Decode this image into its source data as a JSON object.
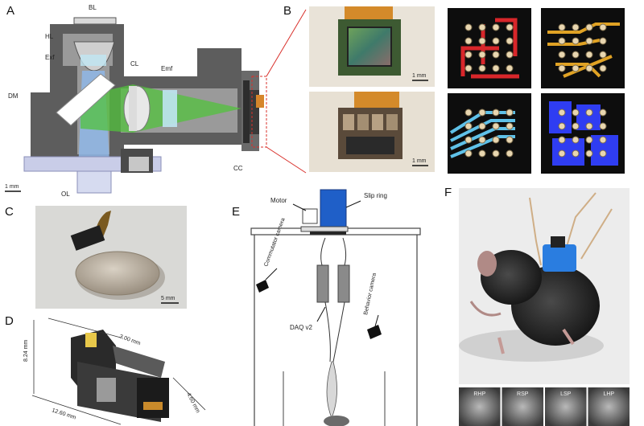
{
  "panels": {
    "a": "A",
    "b": "B",
    "c": "C",
    "d": "D",
    "e": "E",
    "f": "F"
  },
  "panel_a": {
    "labels": {
      "bl": "BL",
      "hl": "HL",
      "ex": "Exf",
      "dm": "DM",
      "cl": "CL",
      "em": "Emf",
      "ol": "OL",
      "cc": "CC"
    },
    "scale": "1 mm"
  },
  "panel_b": {
    "scale_top": "1 mm",
    "scale_bottom": "1 mm"
  },
  "panel_c": {
    "scale": "5 mm"
  },
  "panel_d": {
    "height": "8.24 mm",
    "depth": "3.00 mm",
    "length": "12.60 mm",
    "width": "4.60 mm"
  },
  "panel_e": {
    "motor": "Motor",
    "slip_ring": "Slip ring",
    "commutator_camera": "Commutator camera",
    "behavior_camera": "Behavior camera",
    "daq": "DAQ v2"
  },
  "panel_f": {
    "regions": [
      "RHP",
      "RSP",
      "LSP",
      "LHP"
    ]
  },
  "colors": {
    "gray": "#5d5d5d",
    "light_gray": "#9a9a9a",
    "blue_beam": "#8fb7e8",
    "green_beam": "#52c23c",
    "filter_cyan": "#bfe6f2",
    "lead_line": "#d9302b",
    "pcb_red": "#d8262a",
    "pcb_gold": "#e0a224",
    "pcb_cyan": "#5fc1e8",
    "pcb_blue": "#2f3df2",
    "slip_blue": "#1f5fc8"
  }
}
